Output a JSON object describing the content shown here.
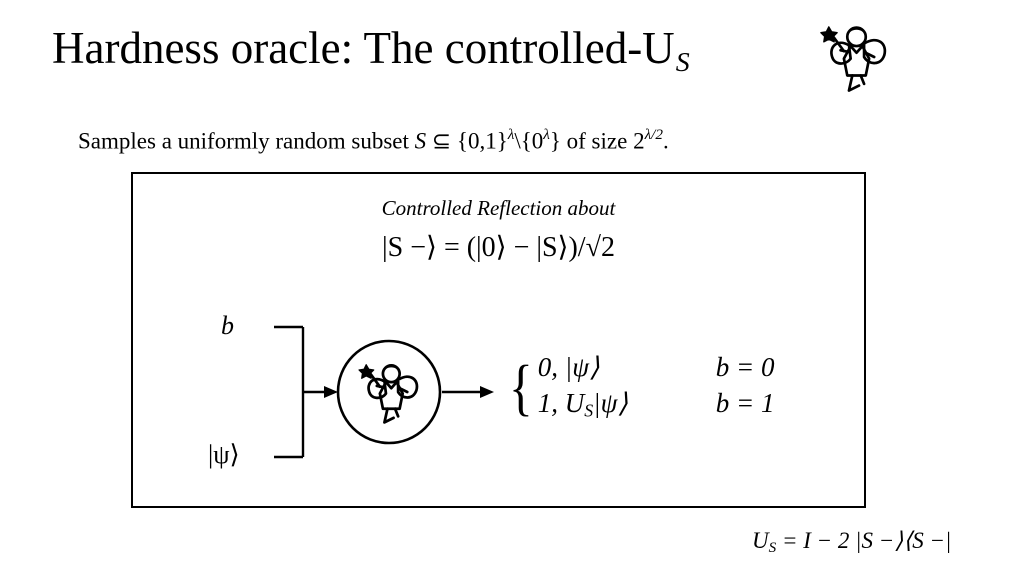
{
  "slide": {
    "title_main": "Hardness oracle: The controlled-U",
    "title_subscript": "S",
    "title_icon": "fairy-icon",
    "subtitle": {
      "text_1": "Samples a uniformly random subset ",
      "var_S": "S",
      "text_2": " ⊆ {0,1}",
      "sup_lambda_1": "λ",
      "text_3": "\\{0",
      "sup_lambda_2": "λ",
      "text_4": "} of size 2",
      "sup_lambda_half": "λ/2",
      "text_5": "."
    }
  },
  "box": {
    "caption": "Controlled Reflection about",
    "formula": "|S −⟩ = (|0⟩ − |S⟩)/√2",
    "circle_icon": "fairy-icon",
    "inputs": {
      "top_label": "b",
      "bottom_label": "|ψ⟩"
    },
    "outputs": {
      "brace": "{",
      "rows": [
        {
          "value": "0, |ψ⟩",
          "value_prefix": "0, |ψ⟩",
          "condition_var": "b",
          "condition": " = 0"
        },
        {
          "value": "1, U_S|ψ⟩",
          "value_prefix": "1, U",
          "value_sub": "S",
          "value_suffix": "|ψ⟩",
          "condition_var": "b",
          "condition": " = 1"
        }
      ]
    }
  },
  "footer": {
    "formula_prefix": "U",
    "formula_sub": "S",
    "formula_rest": " = I − 2 |S −⟩⟨S −|"
  },
  "colors": {
    "background": "#ffffff",
    "ink": "#000000",
    "border": "#000000"
  }
}
